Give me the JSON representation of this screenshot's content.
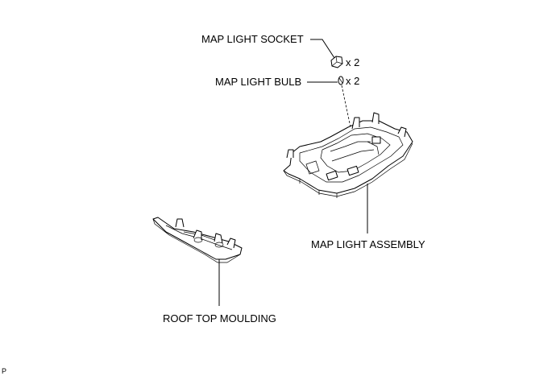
{
  "labels": {
    "map_light_socket": "MAP LIGHT SOCKET",
    "map_light_bulb": "MAP LIGHT BULB",
    "map_light_assembly": "MAP LIGHT ASSEMBLY",
    "roof_top_moulding": "ROOF TOP MOULDING"
  },
  "quantities": {
    "socket_qty": "x 2",
    "bulb_qty": "x 2"
  },
  "figure_code": "P"
}
